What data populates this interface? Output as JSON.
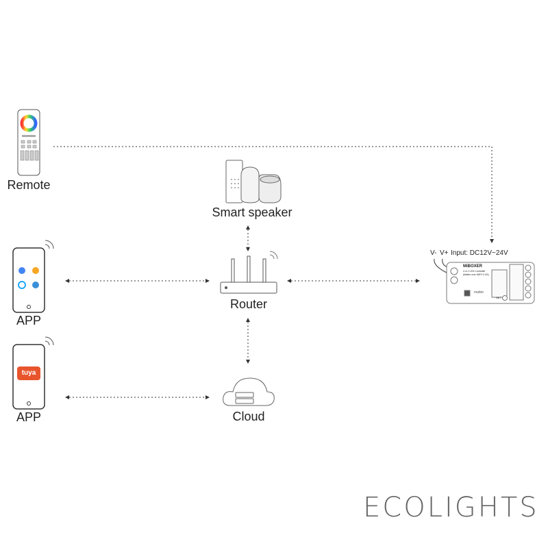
{
  "nodes": {
    "remote": "Remote",
    "smart_speaker": "Smart speaker",
    "router": "Router",
    "cloud": "Cloud",
    "app1": "APP",
    "app2": "APP"
  },
  "controller": {
    "v_minus": "V-",
    "v_plus": "V+",
    "input": "Input: DC12V~24V",
    "brand": "MiBOXER",
    "model": "4 in 1 LED Controller",
    "subtitle": "(Matter over WiFi+2.4G)",
    "matter": "matter",
    "set": "SET"
  },
  "app2_badge": "tuya",
  "watermark": "ECOLIGHTS",
  "colors": {
    "line": "#333333",
    "tuya": "#e8552d"
  }
}
